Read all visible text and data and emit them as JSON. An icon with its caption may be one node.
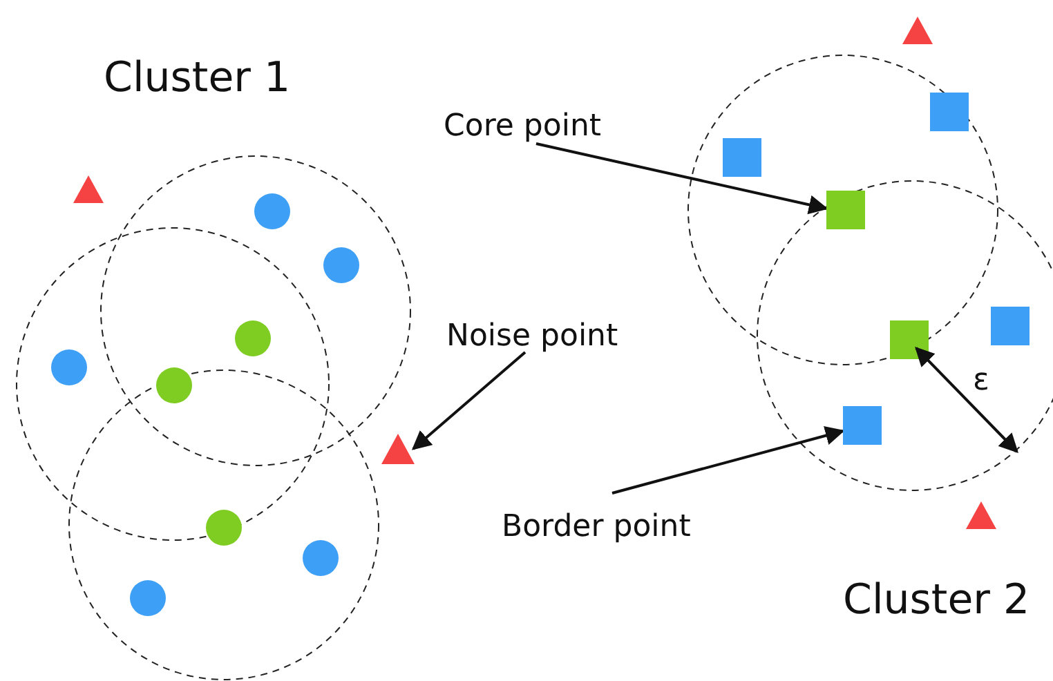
{
  "diagram": {
    "nodes": [
      {
        "text": [
          "Core point"
        ]
      },
      {
        "text": [],
        "shape": "box"
      },
      {
        "text": [
          "Noise point"
        ]
      },
      {
        "text": [],
        "shape": "triangle"
      },
      {
        "text": [
          "Border point"
        ]
      },
      {
        "text": [],
        "shape": "box"
      }
    ],
    "edges": [
      {
        "from": 0,
        "to": 1,
        "arrow": "to"
      },
      {
        "from": 2,
        "to": 3,
        "arrow": "to"
      },
      {
        "from": 4,
        "to": 5,
        "arrow": "to"
      }
    ],
    "labels": [
      "Cluster 1",
      "Cluster 2",
      "ε"
    ]
  }
}
